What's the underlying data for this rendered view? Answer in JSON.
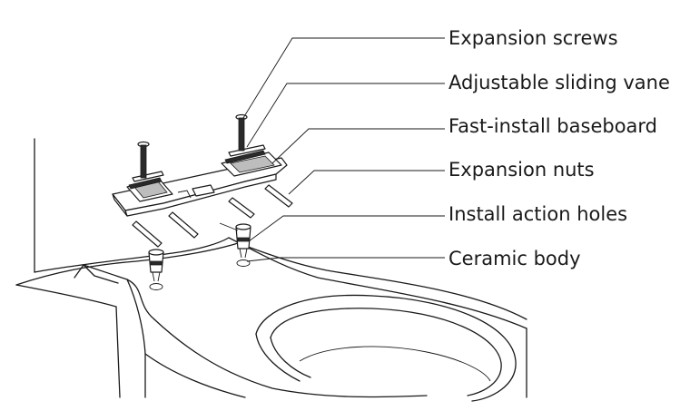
{
  "callouts": [
    {
      "id": "expansion-screws",
      "label": "Expansion screws"
    },
    {
      "id": "adjustable-sliding-vane",
      "label": "Adjustable sliding vane"
    },
    {
      "id": "fast-install-baseboard",
      "label": "Fast-install baseboard"
    },
    {
      "id": "expansion-nuts",
      "label": "Expansion nuts"
    },
    {
      "id": "install-action-holes",
      "label": "Install action holes"
    },
    {
      "id": "ceramic-body",
      "label": "Ceramic body"
    }
  ],
  "colors": {
    "ink": "#1a1a1a",
    "background": "#ffffff"
  }
}
